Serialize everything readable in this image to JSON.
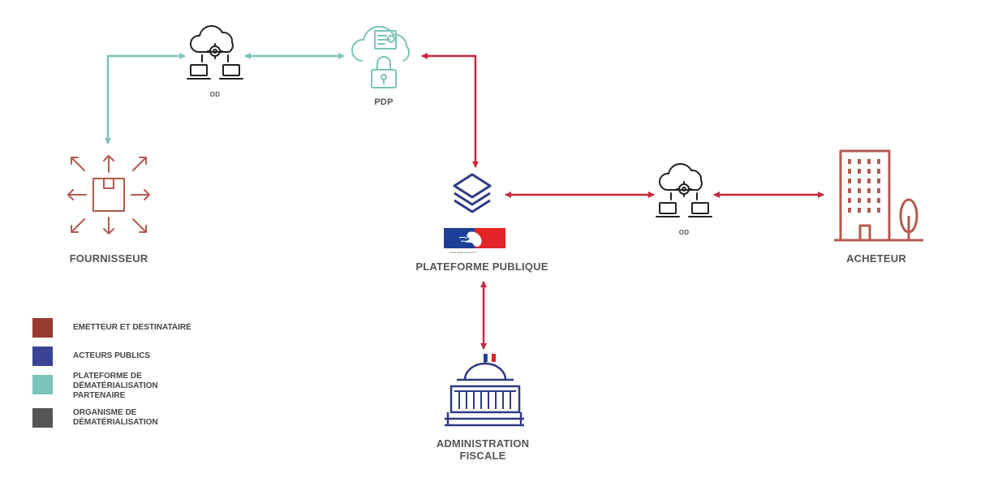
{
  "colors": {
    "teal": "#7cc3b9",
    "red": "#c8283c",
    "brown": "#b35a4e",
    "navy": "#2e3a84",
    "dark": "#333333",
    "gov_blue": "#1e3f96",
    "gov_red": "#e2242a"
  },
  "nodes": {
    "od_top": {
      "label": "OD",
      "icon": "cloud-gear-laptops-icon"
    },
    "pdp": {
      "label": "PDP",
      "icon": "cloud-lock-certificate-icon"
    },
    "fournisseur": {
      "label": "FOURNISSEUR",
      "icon": "box-arrows-icon"
    },
    "plateforme": {
      "label": "PLATEFORME PUBLIQUE",
      "icon": "layers-icon",
      "logo": "gouvernement-logo",
      "logo_text": "www.gouvernement.fr"
    },
    "od_right": {
      "label": "OD",
      "icon": "cloud-gear-laptops-icon"
    },
    "acheteur": {
      "label": "ACHETEUR",
      "icon": "building-tree-icon"
    },
    "administration": {
      "label_line1": "ADMINISTRATION",
      "label_line2": "FISCALE",
      "icon": "government-building-icon"
    }
  },
  "legend": [
    {
      "label": "EMETTEUR ET DESTINATAIRE",
      "color": "#963b30"
    },
    {
      "label": "ACTEURS PUBLICS",
      "color": "#3b4494"
    },
    {
      "label": "PLATEFORME DE DÉMATÉRIALISATION PARTENAIRE",
      "color": "#7cc3b9"
    },
    {
      "label": "ORGANISME DE DÉMATÉRIALISATION",
      "color": "#555555"
    }
  ]
}
